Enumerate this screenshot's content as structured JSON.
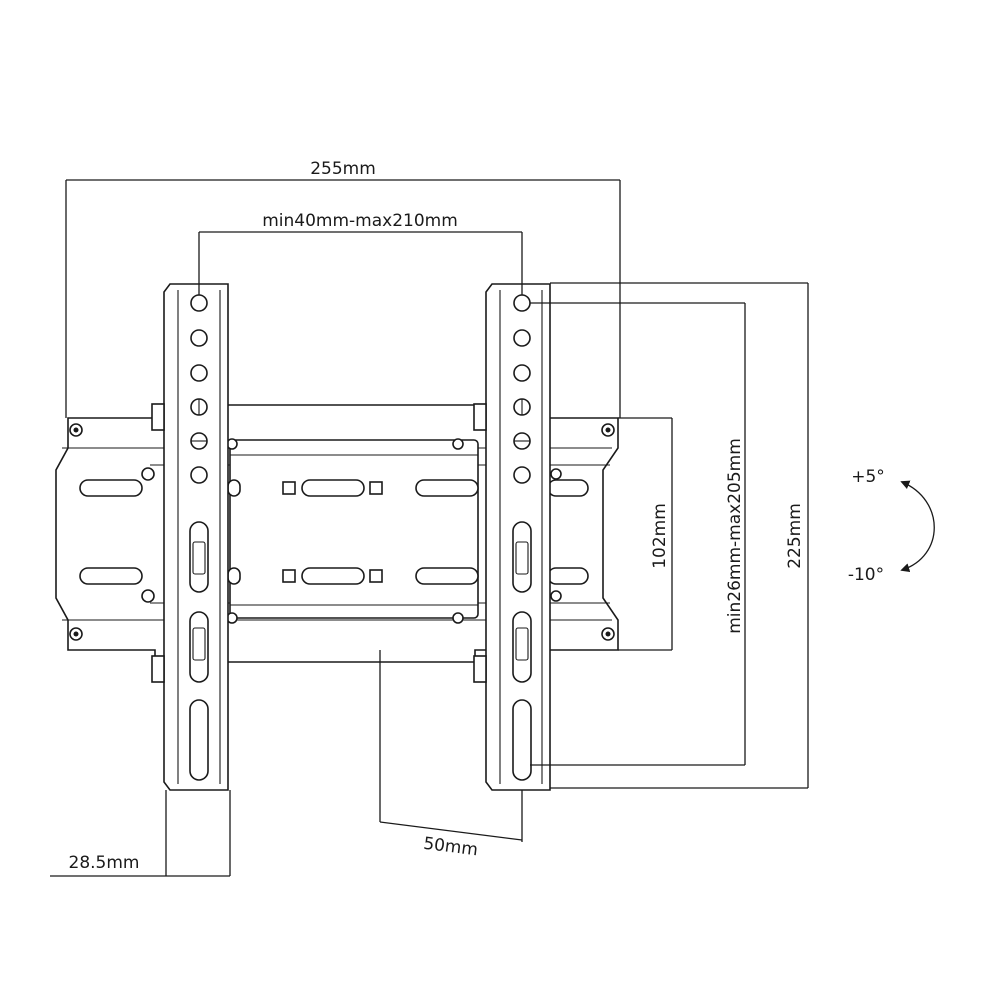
{
  "diagram": {
    "dimensions": {
      "overall_width": "255mm",
      "vesa_horizontal": "min40mm-max210mm",
      "vesa_vertical": "min26mm-max205mm",
      "plate_height": "102mm",
      "overall_height": "225mm",
      "wall_distance": "50mm",
      "profile": "28.5mm"
    },
    "tilt": {
      "up": "+5°",
      "down": "-10°"
    },
    "colors": {
      "line": "#1a1a1a",
      "background": "#ffffff"
    }
  }
}
